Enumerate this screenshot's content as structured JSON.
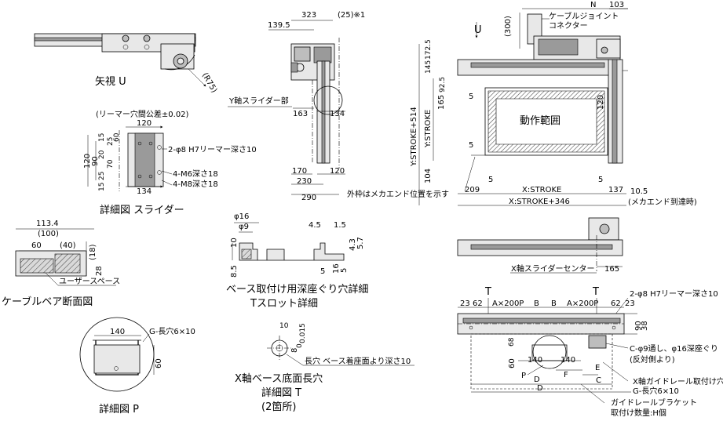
{
  "view_u": {
    "title": "矢視 U",
    "arrow_label": "U",
    "radius_label": "(R75)",
    "dim_300": "(300)"
  },
  "slider_detail": {
    "title": "詳細図 スライダー",
    "tolerance_note": "(リーマー穴間公差±0.02)",
    "dim_top": "120",
    "dim_bottom": "134",
    "dims_left": [
      "15",
      "25",
      "60",
      "20",
      "70",
      "25",
      "15"
    ],
    "dims_left_outer": [
      "120",
      "90"
    ],
    "callouts": [
      "2-φ8 H7リーマー深さ10",
      "4-M6深さ18",
      "4-M8深さ18"
    ]
  },
  "cable_bear": {
    "title": "ケーブルベア断面図",
    "dims_top": [
      "113.4",
      "(100)",
      "60",
      "(40)"
    ],
    "dims_right": [
      "(18)",
      "28"
    ],
    "user_space": "ユーザースペース"
  },
  "detail_p": {
    "title": "詳細図 P",
    "dim_width": "140",
    "dim_height": "60",
    "slot_label": "G-長穴6×10"
  },
  "side_view": {
    "dims_top": [
      "323",
      "(25)※1",
      "139.5"
    ],
    "y_slider_label": "Y軸スライダー部",
    "dims_middle": [
      "163",
      "134"
    ],
    "dims_bottom": [
      "170",
      "120",
      "230",
      "290"
    ]
  },
  "base_mount": {
    "title": "ベース取付け用深座ぐり穴詳細",
    "subtitle": "Tスロット詳細",
    "dims": [
      "φ16",
      "φ9",
      "4.5",
      "1.5",
      "10",
      "8.5",
      "5",
      "16",
      "4.3",
      "5.7",
      "5"
    ]
  },
  "detail_t": {
    "title_line1": "X軸ベース底面長穴",
    "title_line2": "詳細図 T",
    "title_line3": "(2箇所)",
    "dims": [
      "10",
      "8",
      "0.015",
      "0"
    ],
    "note": "長穴 ベース着座面より深さ10"
  },
  "main_view": {
    "dims_top": [
      "N",
      "103"
    ],
    "connector_label_1": "ケーブルジョイント",
    "connector_label_2": "コネクター",
    "y_dims_outer": [
      "Y:STROKE+514",
      "Y:STROKE"
    ],
    "y_dims_inner": [
      "172.5",
      "145",
      "92.5",
      "165",
      "104"
    ],
    "inner_dims": [
      "5",
      "120",
      "5",
      "5",
      "5"
    ],
    "range_label": "動作範囲",
    "frame_note": "外枠はメカエンド位置を示す",
    "dims_bottom": [
      "209",
      "X:STROKE",
      "137",
      "X:STROKE+346"
    ],
    "mech_end": "10.5",
    "mech_end_note": "(メカエンド到達時)"
  },
  "x_slider_view": {
    "label": "X軸スライダーセンター",
    "dim": "165"
  },
  "bottom_view": {
    "marks_t": [
      "T",
      "T"
    ],
    "dims_top": [
      "23",
      "62",
      "A×200P",
      "B",
      "B",
      "A×200P",
      "62",
      "23"
    ],
    "reamer_callout": "2-φ8 H7リーマー深さ10",
    "dims_right": [
      "90",
      "38"
    ],
    "inner_dims": [
      "140",
      "140",
      "60",
      "68"
    ],
    "letters": [
      "P",
      "F",
      "E",
      "C",
      "D",
      "D"
    ],
    "callouts": [
      "C-φ9通し、φ16深座ぐり",
      "(反対側より)",
      "X軸ガイドレール取付け穴",
      "G-長穴6×10",
      "ガイドレールブラケット",
      "取付け数量:H個"
    ]
  }
}
